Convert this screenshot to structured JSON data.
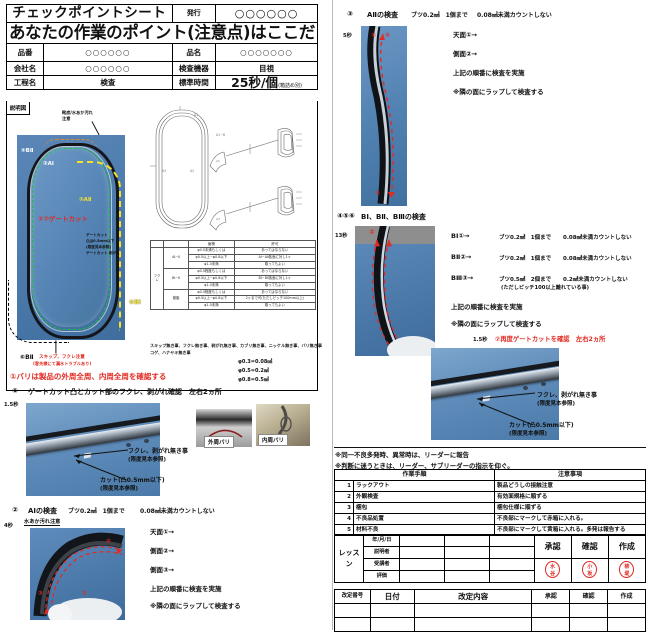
{
  "document": {
    "title": "チェックポイントシート",
    "subtitle": "あなたの作業のポイント(注意点)はここだ",
    "issue_label": "発行",
    "issue_value": "○○○○○○"
  },
  "header_fields": {
    "part_no_label": "品番",
    "part_no_value": "○○○○○○",
    "part_name_label": "品名",
    "part_name_value": "○○○○○○○",
    "company_label": "会社名",
    "company_value": "○○○○○○",
    "equipment_label": "検査機器",
    "equipment_value": "目視",
    "process_label": "工程名",
    "process_value": "検査",
    "std_time_label": "標準時間",
    "std_time_value": "25秒/個",
    "std_time_note": "(箱詰め別)"
  },
  "explanation": {
    "label": "説明図",
    "photo_annotations": [
      {
        "text": "⑤BⅡ",
        "color": "#ffffff"
      },
      {
        "text": "②AⅠ",
        "color": "#ffffff"
      },
      {
        "text": "③AⅡ",
        "color": "#f2e02c"
      },
      {
        "text": "①⑦ゲートカット",
        "color": "#e12a22"
      },
      {
        "text": "④BⅠ",
        "color": "#f2e02c"
      },
      {
        "text": "⑥BⅡ",
        "color": "#111111"
      }
    ],
    "top_caution": "靴底/水あか汚れ\n注意",
    "gate_note": [
      "ゲートカット",
      "凸は0.5mm以下",
      "(限度見本参照)",
      "ゲートカット 剥がれ"
    ],
    "skip_note_1": "スキップ、フクレ注意",
    "skip_note_2": "(客先様にて漏水トラブルあり)",
    "bari_note": "①バリは製品の外周全周、内周全周を確認する",
    "defect_note_1": "スキップ無き事、フクレ無き事、剥がれ無き事、カブリ無き事、ニッケル無き事、バリ無き事",
    "defect_note_2": "コゲ、ハナヤキ無き事",
    "phi_conversions": [
      "φ0.3=0.08㎟",
      "φ0.5=0.2㎟",
      "φ0.8=0.5㎟"
    ]
  },
  "spec_table": {
    "headers": [
      "",
      "",
      "面積",
      "許可"
    ],
    "rows": [
      {
        "group": "AⅠ~Ⅱ",
        "size": "φ0.5未満もしくは",
        "judge": "あってはならない"
      },
      {
        "group": "AⅠ~Ⅱ",
        "size": "φ0.5以上~φ0.8以下",
        "judge": "AⅠ~AⅡ各面に対し1ヶ"
      },
      {
        "group": "AⅠ~Ⅱ",
        "size": "φ1.0未満",
        "judge": "取ってもよい"
      },
      {
        "group": "BⅠ~Ⅱ",
        "size": "φ0.5程度もしくは",
        "judge": "あってはならない"
      },
      {
        "group": "BⅠ~Ⅱ",
        "size": "φ0.5以上~φ0.8以下",
        "judge": "BⅠ~BⅡ各面に対し1ヶ"
      },
      {
        "group": "BⅠ~Ⅱ",
        "size": "φ1.0未満",
        "judge": "取ってもよい"
      },
      {
        "group": "樹脂",
        "size": "φ0.5程度もしくは",
        "judge": "あってはならない"
      },
      {
        "group": "樹脂",
        "size": "φ0.5以上~φ0.8以下",
        "judge": "2ヶまで可(ただしピッチ100mm以上)"
      },
      {
        "group": "樹脂",
        "size": "φ1.0未満",
        "judge": "取ってもよい"
      }
    ],
    "left_label": "フクレ"
  },
  "steps": {
    "step1": {
      "number": "①",
      "time": "1.5秒",
      "title": "ゲートカット凸とカット部のフクレ、剥がれ確認　左右2ヵ所",
      "callout_1": "フクレ、剥がれ無き事",
      "callout_1_sub": "(限度見本参照)",
      "callout_2": "カット(凸0.5mm以下)",
      "callout_2_sub": "(限度見本参照)",
      "thumb_1_label": "外周バリ",
      "thumb_2_label": "内周バリ"
    },
    "step2": {
      "number": "②",
      "time": "4秒",
      "title": "AⅠの検査",
      "spec_1": "ブツ0.2㎟　1個まで",
      "spec_2": "0.08㎟未満カウントしない",
      "photo_caution": "水あか汚れ注意",
      "lines": [
        "天面①→",
        "側面②→",
        "側面③→"
      ],
      "order_note": "上記の順番に検査を実施",
      "wrap_note": "※隣の面にラップして検査する"
    },
    "step3": {
      "number": "③",
      "time": "5秒",
      "title": "AⅡの検査",
      "spec_1": "ブツ0.2㎟　1個まで",
      "spec_2": "0.08㎟未満カウントしない",
      "lines": [
        "天面①→",
        "側面②→"
      ],
      "order_note": "上記の順番に検査を実施",
      "wrap_note": "※隣の面にラップして検査する"
    },
    "step456": {
      "number": "④⑤⑥",
      "time": "13秒",
      "title": "BⅠ、BⅡ、BⅢの検査",
      "rows": [
        {
          "name": "BⅠ①→",
          "spec_1": "ブツ0.2㎟　1個まで",
          "spec_2": "0.08㎟未満カウントしない",
          "sub": ""
        },
        {
          "name": "BⅡ②→",
          "spec_1": "ブツ0.2㎟　1個まで",
          "spec_2": "0.08㎟未満カウントしない",
          "sub": ""
        },
        {
          "name": "BⅢ③→",
          "spec_1": "ブツ0.5㎟　2個まで",
          "spec_2": "0.2㎟未満カウントしない",
          "sub": "(ただしピッチ100以上離れている事)"
        }
      ],
      "order_note": "上記の順番に検査を実施",
      "wrap_note": "※隣の面にラップして検査する"
    },
    "step7": {
      "time": "1.5秒",
      "title": "⑦再度ゲートカットを確認　左右2ヵ所",
      "callout_1": "フクレ、剥がれ無き事",
      "callout_1_sub": "(限度見本参照)",
      "callout_2": "カット(凸0.5mm以下)",
      "callout_2_sub": "(限度見本参照)"
    }
  },
  "warnings": [
    "※同一不良多発時、異常時は、リーダーに報告",
    "※判断に迷うときは、リーダー、サブリーダーの指示を仰ぐ。"
  ],
  "procedure_table": {
    "col_headers": [
      "作業手順",
      "注意事項"
    ],
    "rows": [
      {
        "no": "1",
        "step": "ラックアウト",
        "caution": "製品どうしの接触注意"
      },
      {
        "no": "2",
        "step": "外観検査",
        "caution": "有効面規格に順ずる"
      },
      {
        "no": "3",
        "step": "梱包",
        "caution": "梱包仕様に順ずる"
      },
      {
        "no": "4",
        "step": "不良品処置",
        "caution": "不良部にマークして赤箱に入れる。"
      },
      {
        "no": "5",
        "step": "材料不良",
        "caution": "不良部にマークして黄箱に入れる。多発は報告する"
      }
    ]
  },
  "sign_table": {
    "lesson_label": "レッスン",
    "row_labels": [
      "年/月/日",
      "説明者",
      "受講者",
      "評価"
    ],
    "approval_headers": [
      "承認",
      "確認",
      "作成"
    ],
    "stamps": [
      "水\n谷",
      "小\n坂",
      "柳\n堤"
    ]
  },
  "revision_table": {
    "headers": [
      "改定番号",
      "日付",
      "改定内容",
      "承認",
      "確認",
      "作成"
    ]
  }
}
